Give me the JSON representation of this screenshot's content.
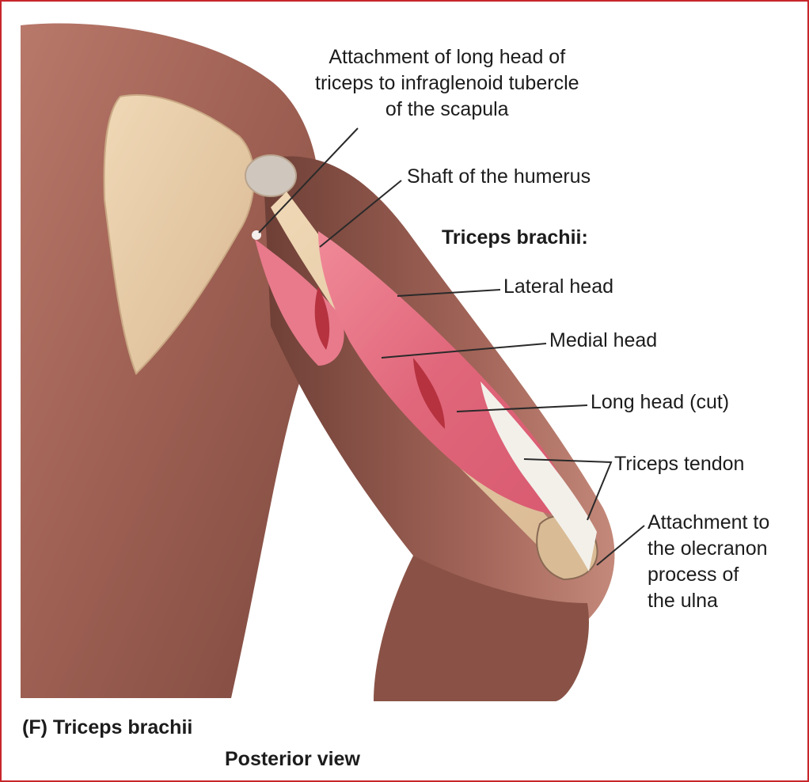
{
  "labels": {
    "attachment_long_head": "Attachment of long head of\ntriceps to infraglenoid tubercle\nof the scapula",
    "shaft_humerus": "Shaft of the humerus",
    "triceps_heading": "Triceps brachii:",
    "lateral_head": "Lateral head",
    "medial_head": "Medial head",
    "long_head_cut": "Long head (cut)",
    "triceps_tendon": "Triceps tendon",
    "attachment_olecranon": "Attachment to\nthe olecranon\nprocess of\nthe ulna"
  },
  "caption": {
    "figure_label": "(F) Triceps brachii",
    "view": "Posterior view"
  },
  "colors": {
    "frame_border": "#c8262a",
    "skin": "#a86b5e",
    "bone": "#e3c9a6",
    "muscle": "#e0707f",
    "tendon": "#f3f0ea",
    "leader_line": "#2a2a2a"
  }
}
